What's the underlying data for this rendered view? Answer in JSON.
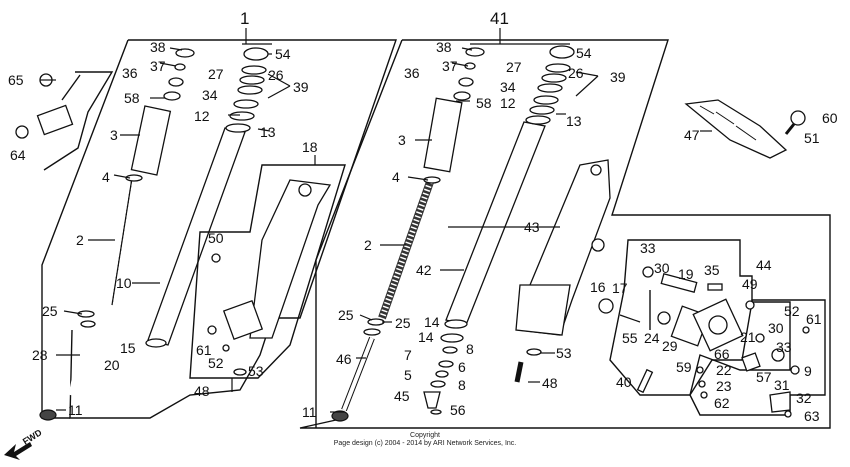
{
  "assembly_labels": {
    "left": "1",
    "right": "41"
  },
  "fwd_label": "FWD",
  "copyright": {
    "line1": "Copyright",
    "line2": "Page design (c) 2004 - 2014 by ARI Network Services, Inc."
  },
  "callouts": {
    "left_assembly": [
      "38",
      "37",
      "36",
      "58",
      "54",
      "27",
      "26",
      "34",
      "39",
      "12",
      "13",
      "3",
      "4",
      "2",
      "25",
      "28",
      "11",
      "10",
      "15",
      "20",
      "65",
      "64",
      "18",
      "50",
      "61",
      "52",
      "53",
      "48"
    ],
    "right_assembly": [
      "38",
      "37",
      "36",
      "58",
      "54",
      "27",
      "26",
      "34",
      "12",
      "39",
      "13",
      "3",
      "4",
      "2",
      "25",
      "25",
      "46",
      "11",
      "42",
      "14",
      "14",
      "7",
      "8",
      "5",
      "6",
      "8",
      "45",
      "56",
      "43",
      "53",
      "48"
    ],
    "detail_parts": [
      "47",
      "60",
      "51",
      "33",
      "30",
      "19",
      "35",
      "44",
      "16",
      "17",
      "49",
      "55",
      "24",
      "29",
      "52",
      "61",
      "30",
      "33",
      "21",
      "66",
      "59",
      "22",
      "57",
      "9",
      "23",
      "31",
      "62",
      "32",
      "63",
      "40"
    ]
  }
}
